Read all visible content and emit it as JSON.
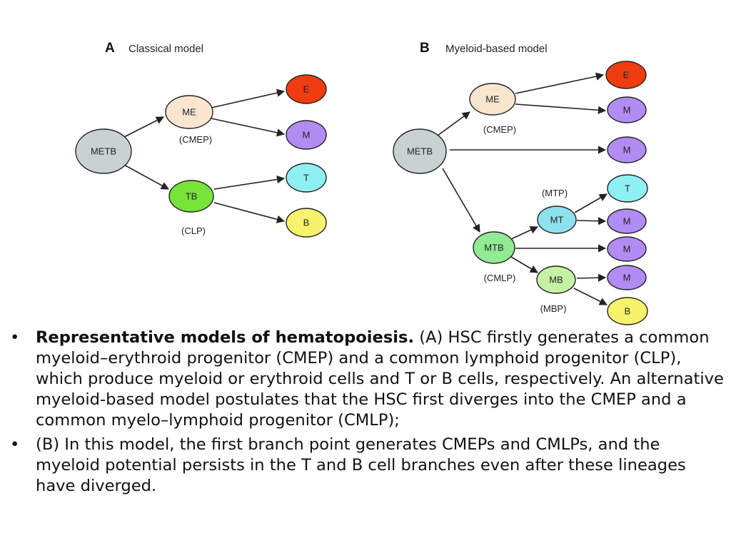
{
  "diagram": {
    "panel_a": {
      "letter": "A",
      "title": "Classical model",
      "nodes": {
        "metb": {
          "label": "METB",
          "color": "#c9d2d2"
        },
        "me": {
          "label": "ME",
          "sublabel": "(CMEP)",
          "color": "#fae6cf"
        },
        "tb": {
          "label": "TB",
          "sublabel": "(CLP)",
          "color": "#78e43a"
        },
        "e": {
          "label": "E",
          "color": "#ef3c10"
        },
        "m": {
          "label": "M",
          "color": "#b18cf2"
        },
        "t": {
          "label": "T",
          "color": "#8ff0f4"
        },
        "b": {
          "label": "B",
          "color": "#f7f36c"
        }
      }
    },
    "panel_b": {
      "letter": "B",
      "title": "Myeloid-based model",
      "nodes": {
        "metb": {
          "label": "METB",
          "color": "#c9d2d2"
        },
        "me": {
          "label": "ME",
          "sublabel": "(CMEP)",
          "color": "#fae6cf"
        },
        "mtb": {
          "label": "MTB",
          "sublabel": "(CMLP)",
          "color": "#92ea92"
        },
        "mt": {
          "label": "MT",
          "sublabel": "(MTP)",
          "color": "#8ee2f0"
        },
        "mb": {
          "label": "MB",
          "sublabel": "(MBP)",
          "color": "#c6f2a4"
        },
        "e": {
          "label": "E",
          "color": "#ef3c10"
        },
        "m": {
          "label": "M",
          "color": "#b18cf2"
        },
        "t": {
          "label": "T",
          "color": "#8ff0f4"
        },
        "b": {
          "label": "B",
          "color": "#f7f36c"
        }
      }
    }
  },
  "text": {
    "bullet_symbol": "•",
    "bullet1_bold": "Representative models of hematopoiesis.",
    "bullet1_rest": " (A) HSC firstly generates a common myeloid–erythroid progenitor (CMEP) and a common lymphoid progenitor (CLP), which produce myeloid or erythroid cells and T or B cells, respectively. An alternative myeloid-based model postulates that the HSC first diverges into the CMEP and a common myelo–lymphoid progenitor (CMLP);",
    "bullet2": "(B) In this model, the first branch point generates CMEPs and CMLPs, and the myeloid potential persists in the T and B cell branches even after these lineages have diverged."
  }
}
